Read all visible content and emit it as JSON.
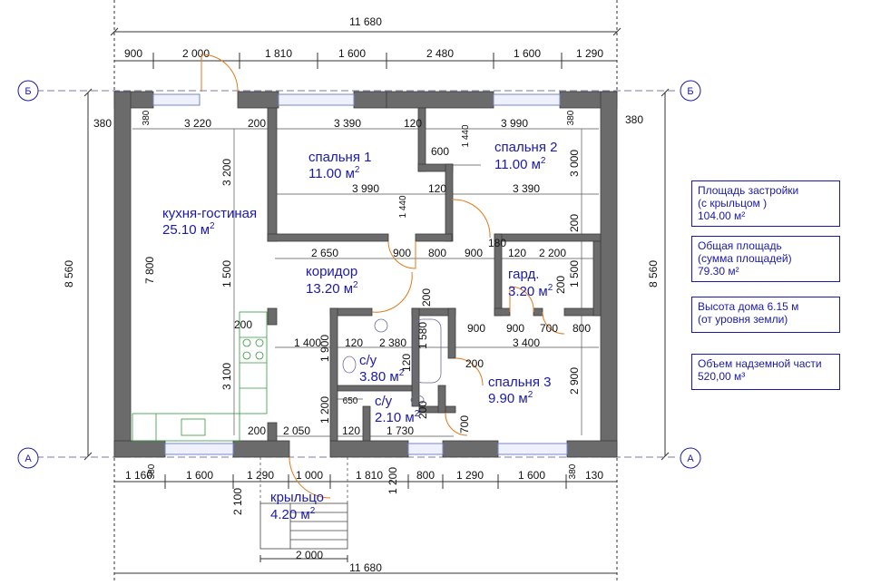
{
  "dims": {
    "top_total": "11 680",
    "bottom_total": "11 680",
    "top_segments": [
      "900",
      "2 000",
      "1 810",
      "1 600",
      "2 480",
      "1 600",
      "1 290"
    ],
    "bottom_segments": [
      "1 160",
      "380",
      "1 600",
      "1 290",
      "1 000",
      "1 810",
      "1 200",
      "800",
      "1 290",
      "1 600",
      "380",
      "130"
    ],
    "left_total": "8 560",
    "right_total": "8 560",
    "wall_thickness": "380",
    "inner": {
      "d3220": "3 220",
      "d200a": "200",
      "d3390a": "3 390",
      "d120a": "120",
      "d3990a": "3 990",
      "d1440a": "1 440",
      "d600": "600",
      "d3200": "3 200",
      "d3000": "3 000",
      "d3990b": "3 990",
      "d120b": "120",
      "d3390b": "3 390",
      "d1440b": "1 440",
      "d200b": "200",
      "d7800": "7 800",
      "d2650": "2 650",
      "d900a": "900",
      "d800a": "800",
      "d900b": "900",
      "d180": "180",
      "d120c": "120",
      "d2200": "2 200",
      "d1500a": "1 500",
      "d1500b": "1 500",
      "d200c": "200",
      "d200d": "200",
      "d200e": "200",
      "d900c": "900",
      "d900d": "900",
      "d700a": "700",
      "d800b": "800",
      "d1400": "1 400",
      "d120d": "120",
      "d2380": "2 380",
      "d1580": "1 580",
      "d3400": "3 400",
      "d1900": "1 900",
      "d120e": "120",
      "d200f": "200",
      "d3100": "3 100",
      "d650": "650",
      "d1200": "1 200",
      "d200g": "200",
      "d2900": "2 900",
      "d200h": "200",
      "d2050": "2 050",
      "d120f": "120",
      "d1730": "1 730",
      "d700b": "700",
      "d2100": "2 100",
      "d2000": "2 000"
    }
  },
  "axes": {
    "b": "Б",
    "a": "А"
  },
  "rooms": [
    {
      "id": "kitchen",
      "name": "кухня-гостиная",
      "area": "25.10 м",
      "sup": "2"
    },
    {
      "id": "bed1",
      "name": "спальня 1",
      "area": "11.00 м",
      "sup": "2"
    },
    {
      "id": "bed2",
      "name": "спальня 2",
      "area": "11.00 м",
      "sup": "2"
    },
    {
      "id": "corridor",
      "name": "коридор",
      "area": "13.20 м",
      "sup": "2"
    },
    {
      "id": "ward",
      "name": "гард.",
      "area": "3.20 м",
      "sup": "2"
    },
    {
      "id": "wc1",
      "name": "с/у",
      "area": "3.80 м",
      "sup": "2"
    },
    {
      "id": "wc2",
      "name": "с/у",
      "area": "2.10 м",
      "sup": "2"
    },
    {
      "id": "bed3",
      "name": "спальня 3",
      "area": "9.90 м",
      "sup": "2"
    },
    {
      "id": "porch",
      "name": "крыльцо",
      "area": "4.20 м",
      "sup": "2"
    }
  ],
  "info": {
    "building_area": "Площадь застройки\n(с крыльцом )\n104.00 м²",
    "total_area": "Общая площадь\n(сумма площадей)\n79.30 м²",
    "height": "Высота дома  6.15 м\n(от уровня земли)",
    "volume": "Объем надземной части\n520,00 м³"
  },
  "colors": {
    "wall": "#6b6b6b",
    "wall_stroke": "#3c3c3c",
    "room_text": "#1a1aa8",
    "door": "#e07a1e",
    "window": "#9fa8d8",
    "kitchen_unit": "#2f9a3b"
  }
}
